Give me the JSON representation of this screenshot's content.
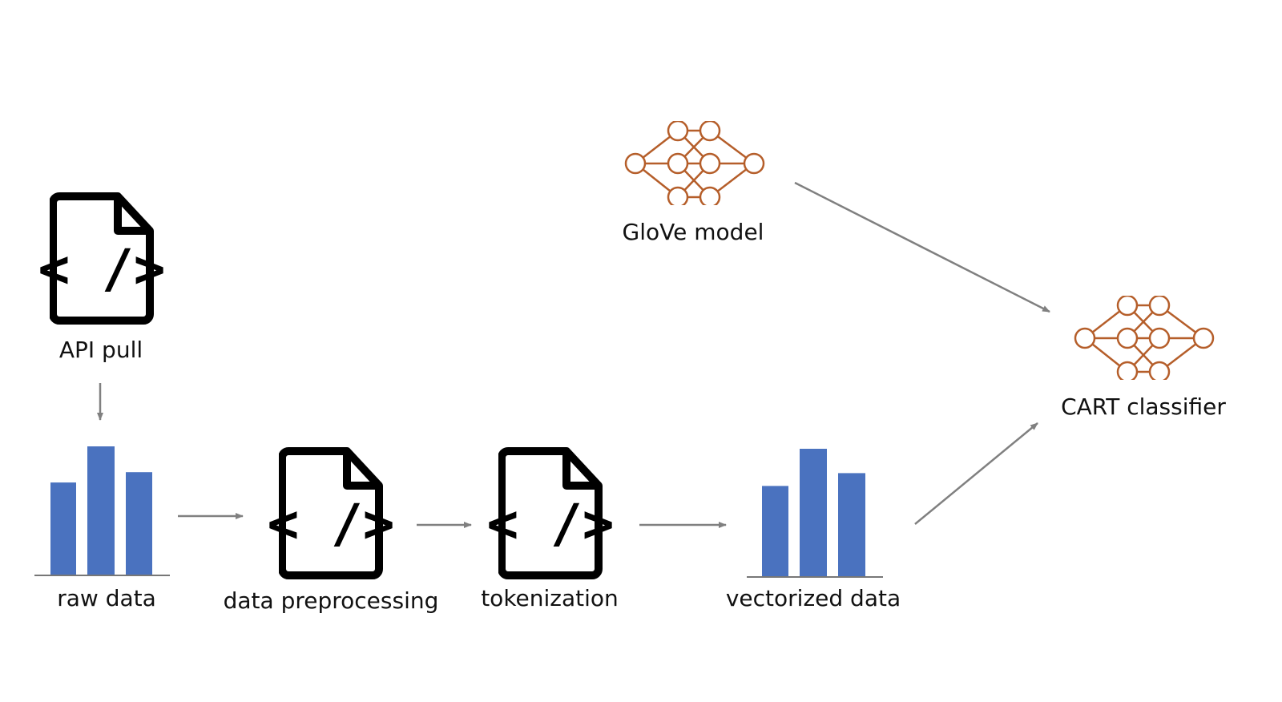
{
  "nodes": {
    "api_pull": {
      "label": "API pull",
      "icon": "code-file-icon"
    },
    "raw_data": {
      "label": "raw data",
      "icon": "bar-chart-icon",
      "bar_levels": [
        0.72,
        1.0,
        0.8
      ]
    },
    "data_preprocessing": {
      "label": "data preprocessing",
      "icon": "code-file-icon"
    },
    "tokenization": {
      "label": "tokenization",
      "icon": "code-file-icon"
    },
    "vectorized_data": {
      "label": "vectorized data",
      "icon": "bar-chart-icon",
      "bar_levels": [
        0.71,
        1.0,
        0.81
      ]
    },
    "glove_model": {
      "label": "GloVe model",
      "icon": "neural-network-icon"
    },
    "cart_classifier": {
      "label": "CART classifier",
      "icon": "neural-network-icon"
    }
  },
  "edges": [
    {
      "from": "api_pull",
      "to": "raw_data"
    },
    {
      "from": "raw_data",
      "to": "data_preprocessing"
    },
    {
      "from": "data_preprocessing",
      "to": "tokenization"
    },
    {
      "from": "tokenization",
      "to": "vectorized_data"
    },
    {
      "from": "vectorized_data",
      "to": "cart_classifier"
    },
    {
      "from": "glove_model",
      "to": "cart_classifier"
    }
  ],
  "code_glyph": "< />",
  "colors": {
    "bar": "#4a72bf",
    "network": "#b55e2a",
    "arrow": "#808080",
    "icon_stroke": "#000000",
    "text": "#111111"
  }
}
